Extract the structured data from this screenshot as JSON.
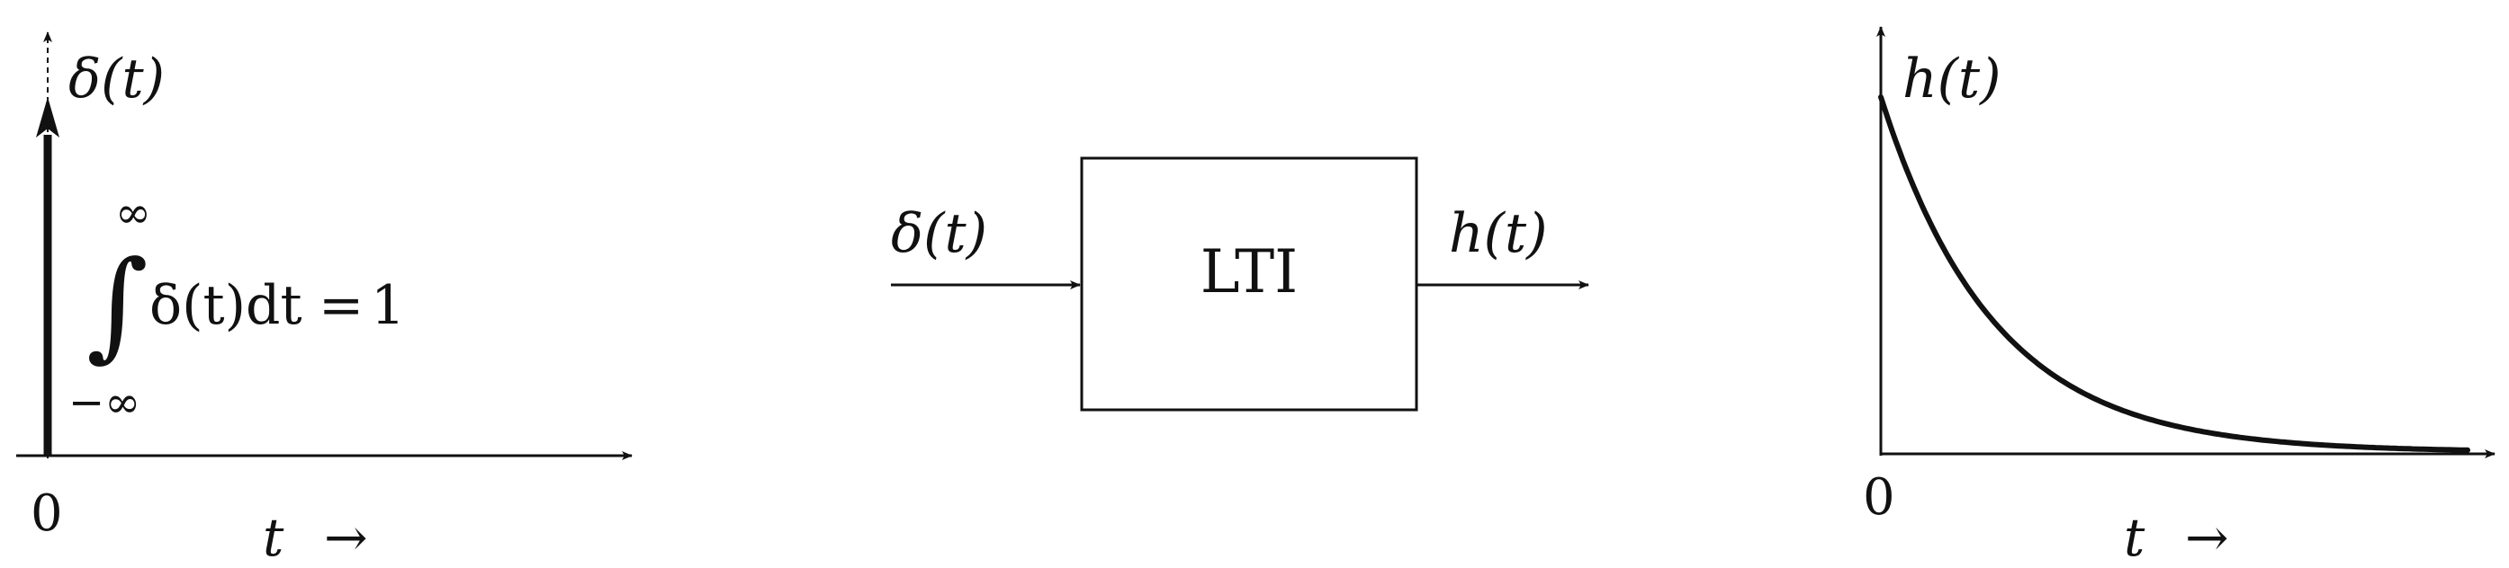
{
  "colors": {
    "ink": "#111111",
    "background": "#ffffff"
  },
  "left_plot": {
    "signal_label": "δ(t)",
    "integral": {
      "symbol": "∫",
      "upper_limit": "∞",
      "lower_limit": "−∞",
      "integrand": "δ(t)dt",
      "equals": "=",
      "result": "1"
    },
    "origin_label": "0",
    "axis_label": "t",
    "axis_arrow": "→"
  },
  "block_diagram": {
    "input_label": "δ(t)",
    "system_label": "LTI",
    "output_label": "h(t)"
  },
  "right_plot": {
    "signal_label": "h(t)",
    "origin_label": "0",
    "axis_label": "t",
    "axis_arrow": "→"
  }
}
